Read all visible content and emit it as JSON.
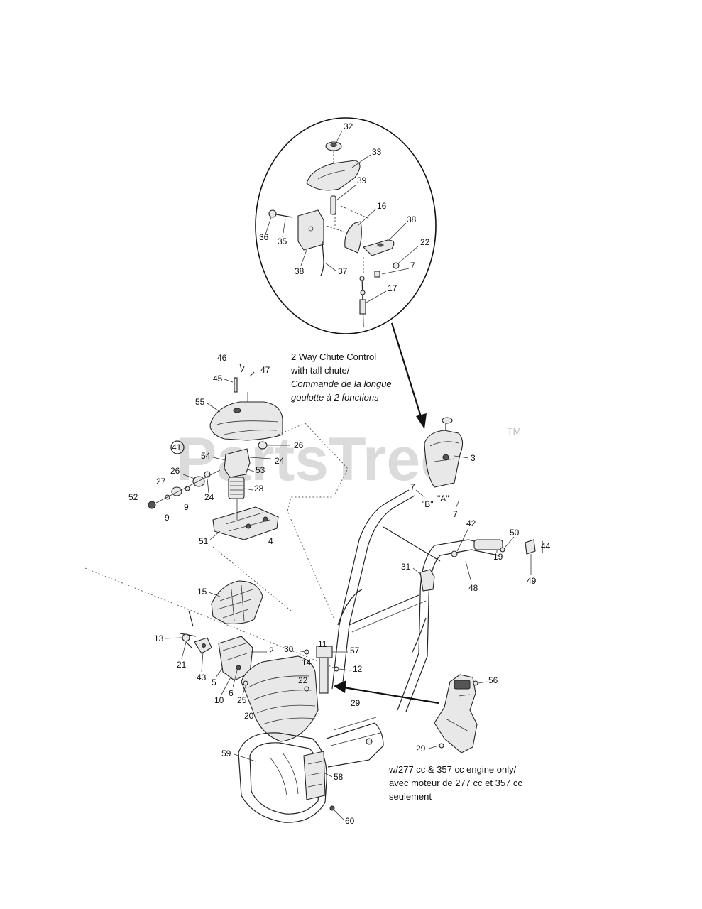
{
  "watermark": {
    "text": "PartsTree",
    "tm": "TM"
  },
  "captions": {
    "chute": [
      "2 Way Chute Control",
      "with tall chute/",
      "Commande de la longue",
      "goulotte à 2 fonctions"
    ],
    "engine": [
      "w/277 cc & 357 cc engine only/",
      "avec moteur de 277 cc et 357 cc",
      "seulement"
    ]
  },
  "callouts": {
    "c32": "32",
    "c33": "33",
    "c39": "39",
    "c16": "16",
    "c38a": "38",
    "c36": "36",
    "c35": "35",
    "c22a": "22",
    "c7a": "7",
    "c38b": "38",
    "c37": "37",
    "c17": "17",
    "c46": "46",
    "c47": "47",
    "c45": "45",
    "c55": "55",
    "c41": "41",
    "c26a": "26",
    "c54": "54",
    "c24a": "24",
    "c53": "53",
    "c26b": "26",
    "c27": "27",
    "c24b": "24",
    "c28": "28",
    "c52": "52",
    "c9a": "9",
    "c9b": "9",
    "c51": "51",
    "c4": "4",
    "c3": "3",
    "c7b": "7",
    "cB": "\"B\"",
    "cA": "\"A\"",
    "c7c": "7",
    "c50": "50",
    "c42": "42",
    "c44": "44",
    "c31": "31",
    "c19": "19",
    "c48": "48",
    "c49": "49",
    "c15": "15",
    "c13": "13",
    "c21": "21",
    "c43": "43",
    "c2": "2",
    "c30": "30",
    "c11": "11",
    "c57": "57",
    "c14": "14",
    "c12": "12",
    "c5": "5",
    "c6": "6",
    "c22b": "22",
    "c10": "10",
    "c25": "25",
    "c29a": "29",
    "c20": "20",
    "c56": "56",
    "c29b": "29",
    "c59": "59",
    "c58": "58",
    "c60": "60"
  }
}
